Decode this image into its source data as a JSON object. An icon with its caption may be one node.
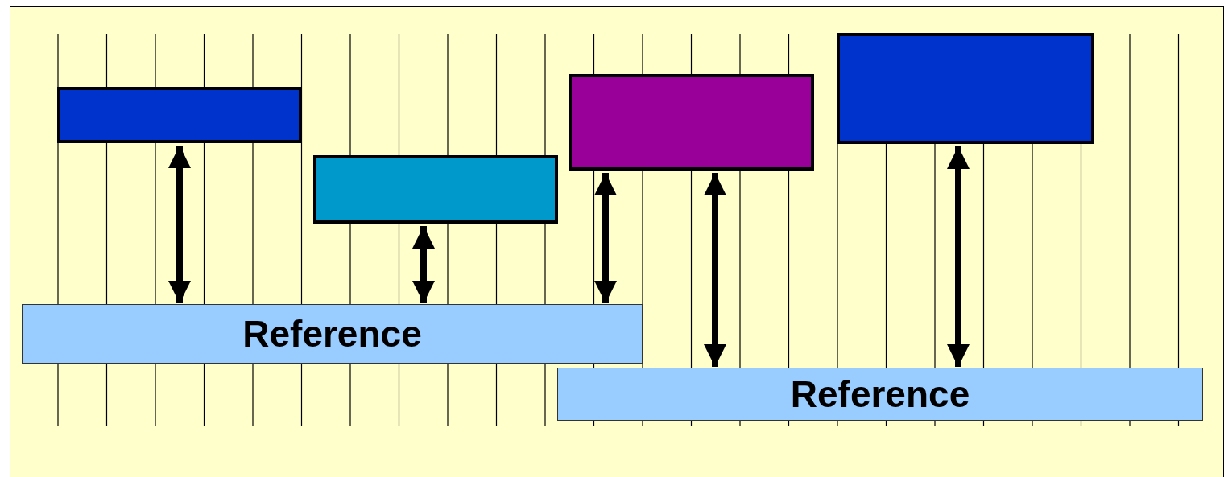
{
  "diagram": {
    "nodes": [
      {
        "text": [],
        "shape": "box"
      },
      {
        "text": [],
        "shape": "box"
      },
      {
        "text": [],
        "shape": "box"
      },
      {
        "text": [],
        "shape": "box"
      },
      {
        "text": [
          "Reference"
        ]
      },
      {
        "text": [
          "Reference"
        ]
      }
    ],
    "edges": [
      {
        "from": 0,
        "to": 4,
        "arrow": "both"
      },
      {
        "from": 1,
        "to": 4,
        "arrow": "both"
      },
      {
        "from": 2,
        "to": 4,
        "arrow": "both"
      },
      {
        "from": 2,
        "to": 5,
        "arrow": "both"
      },
      {
        "from": 3,
        "to": 5,
        "arrow": "both"
      }
    ]
  }
}
